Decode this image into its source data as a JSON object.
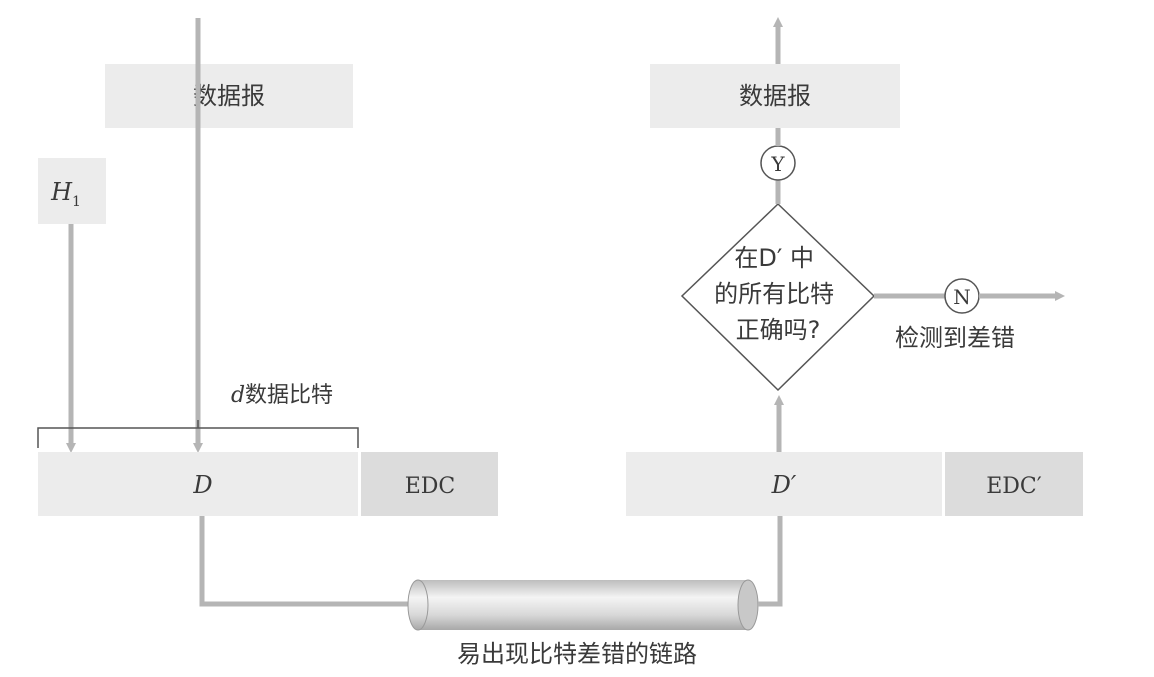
{
  "sender": {
    "datagram_label": "数据报",
    "header_main": "H",
    "header_sub": "1",
    "brace_label_var": "d",
    "brace_label_text": "数据比特",
    "data_label": "D",
    "edc_label": "EDC"
  },
  "receiver": {
    "datagram_label": "数据报",
    "yes_label": "Y",
    "no_label": "N",
    "decision_line1": "在D′ 中",
    "decision_line2": "的所有比特",
    "decision_line3": "正确吗?",
    "error_label": "检测到差错",
    "data_label": "D′",
    "edc_label": "EDC′"
  },
  "link": {
    "label": "易出现比特差错的链路"
  },
  "colors": {
    "box_fill": "#ececec",
    "edc_fill": "#dcdcdc",
    "arrow": "#b5b5b5",
    "text": "#3a3a3a"
  }
}
